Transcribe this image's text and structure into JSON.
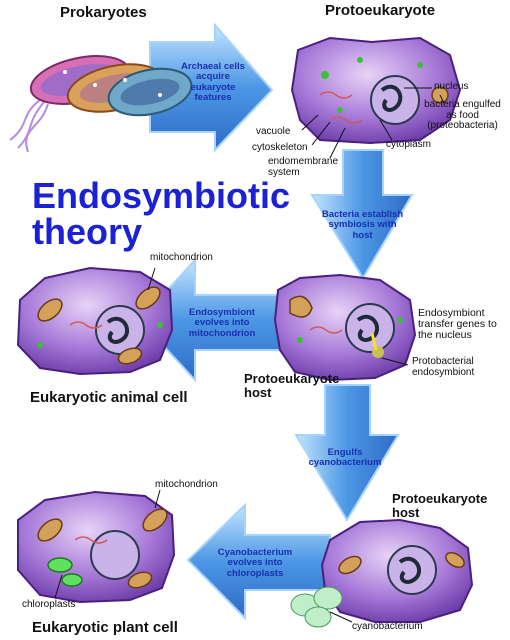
{
  "headings": {
    "prokaryotes": "Prokaryotes",
    "protoeukaryote": "Protoeukaryote",
    "animal_cell": "Eukaryotic animal cell",
    "plant_cell": "Eukaryotic plant cell",
    "host1": "Protoeukaryote host",
    "host2": "Protoeukaryote host"
  },
  "title": {
    "line1": "Endosymbiotic",
    "line2": "theory"
  },
  "arrows": {
    "a1": "Archaeal cells acquire eukaryote features",
    "a2": "Bacteria establish symbiosis with host",
    "a3": "Endosymbiont evolves into mitochondrion",
    "a4": "Engulfs cyanobacterium",
    "a5": "Cyanobacterium evolves into chloroplasts"
  },
  "labels": {
    "nucleus": "nucleus",
    "bacteria_food": "bacteria engulfed as food (proteobacteria)",
    "vacuole": "vacuole",
    "cytoskeleton": "cytoskeleton",
    "endomembrane": "endomembrane system",
    "cytoplasm": "cytoplasm",
    "mito1": "mitochondrion",
    "transfer": "Endosymbiont transfer genes to the nucleus",
    "protobacterial": "Protobacterial endosymbiont",
    "mito2": "mitochondrion",
    "chloroplasts": "chloroplasts",
    "cyanobacterium": "cyanobacterium"
  },
  "colors": {
    "title": "#1b22d6",
    "arrow": "#3a8fe0",
    "cell": "#8e55c8",
    "nucleus_dark": "#2c3a50"
  }
}
